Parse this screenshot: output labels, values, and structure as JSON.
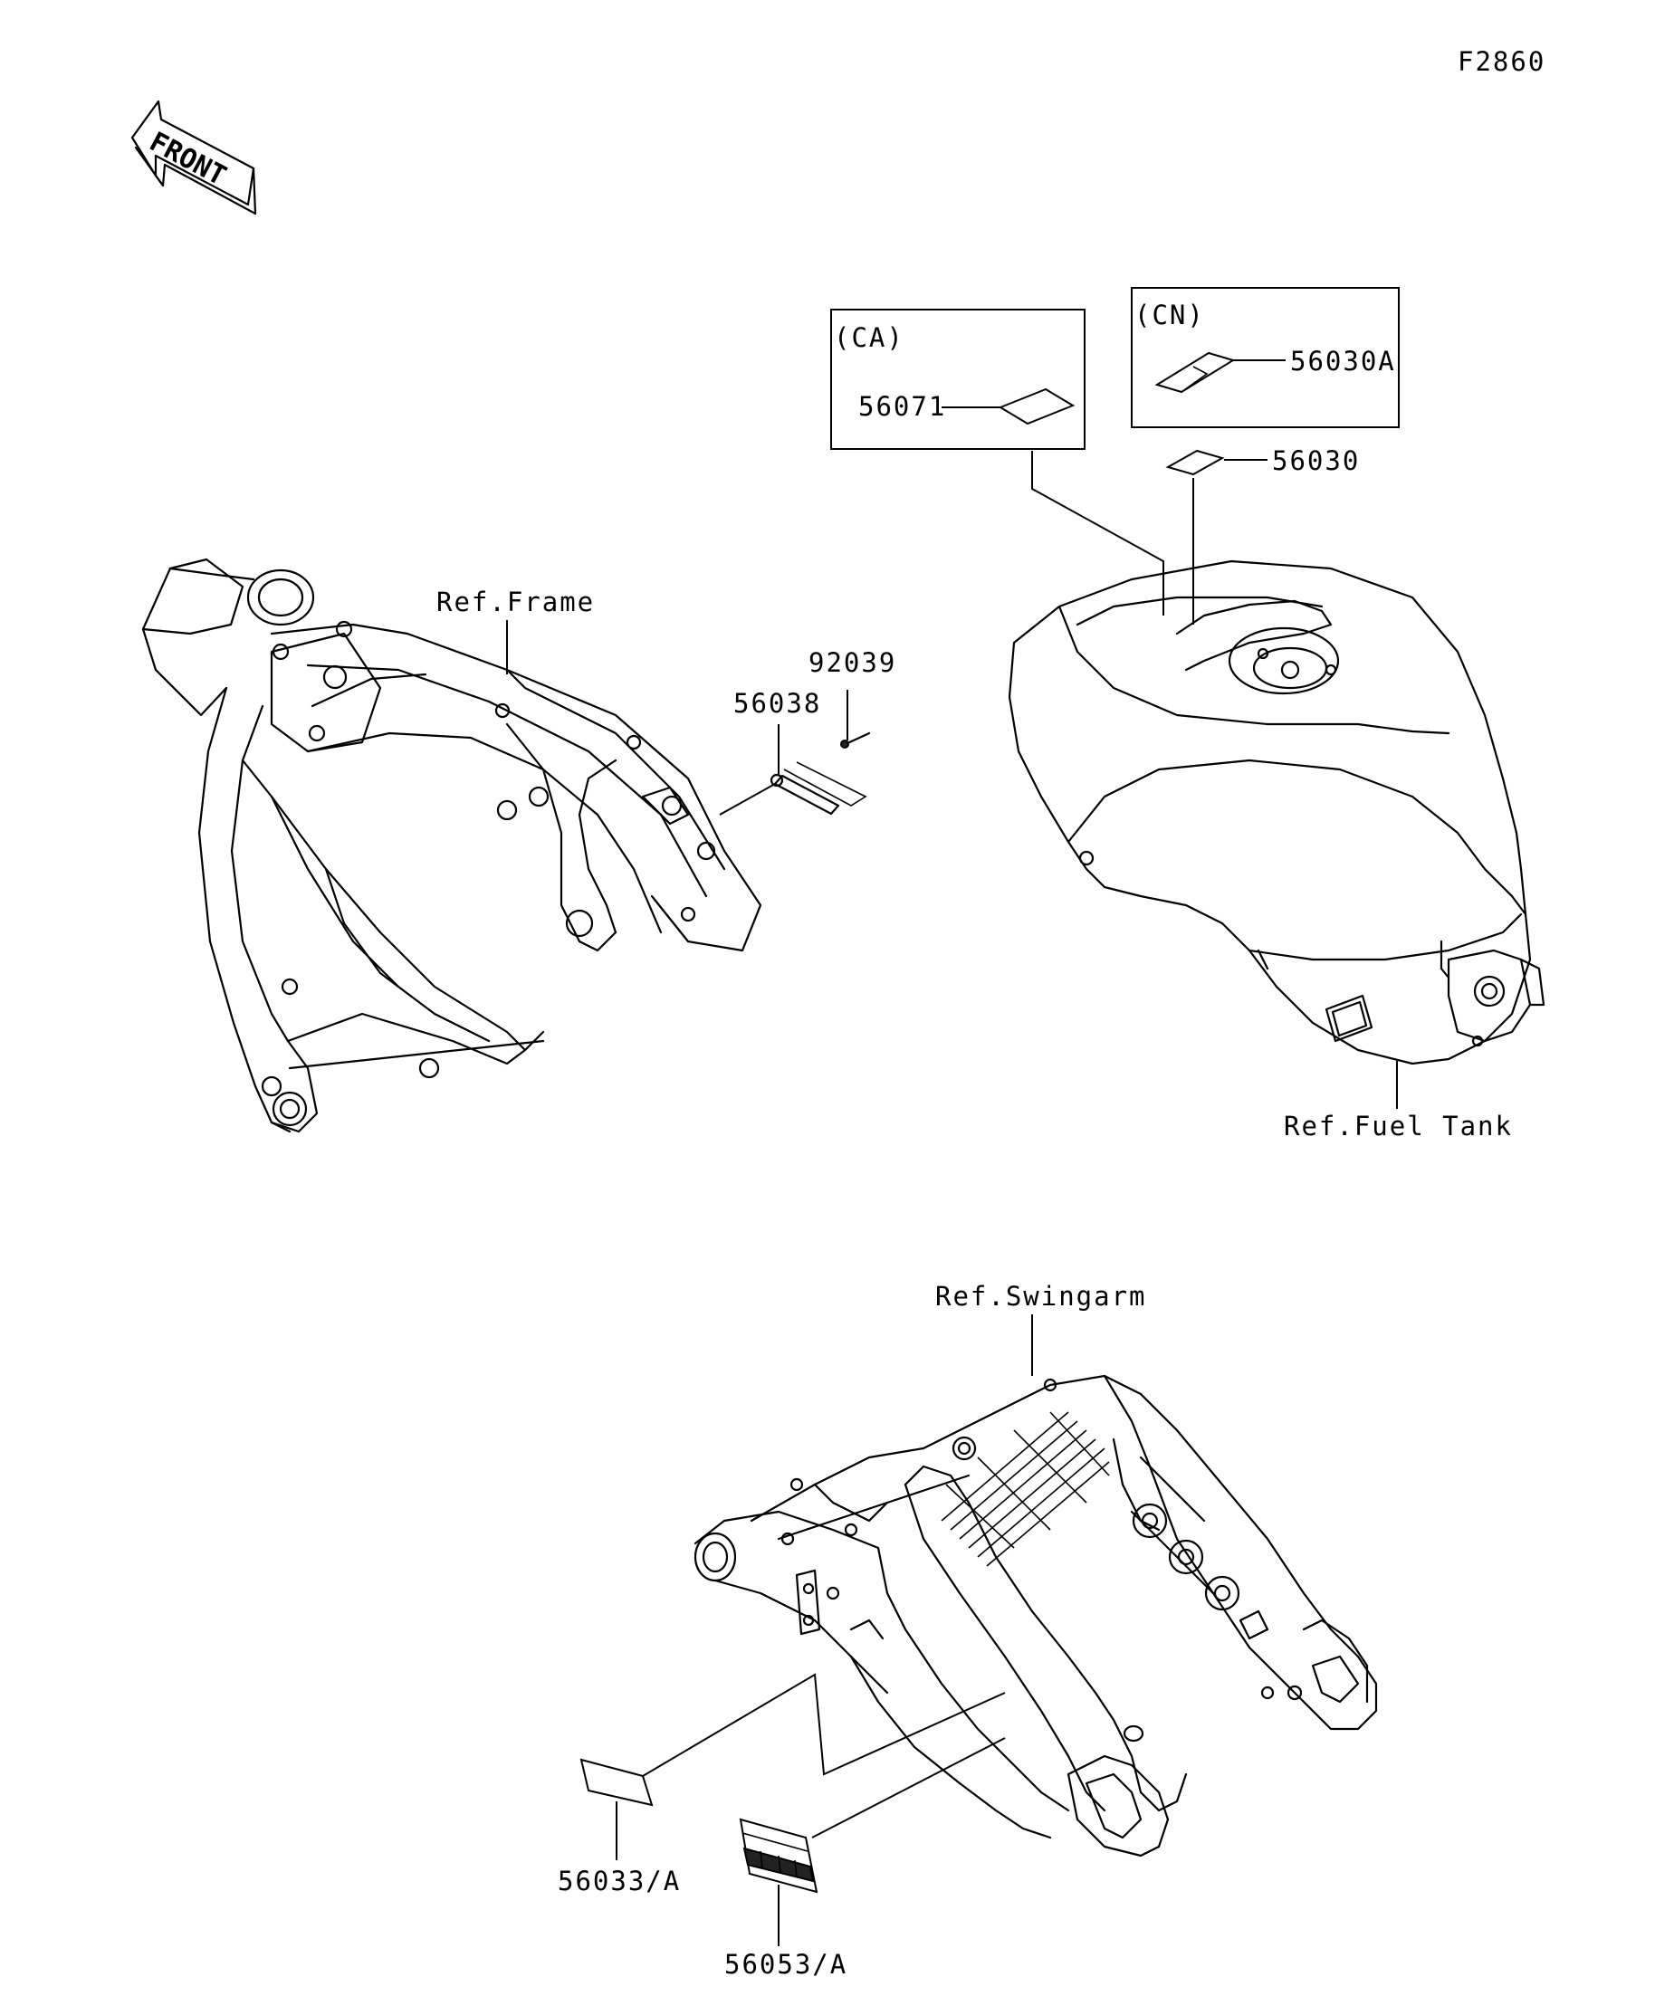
{
  "figure_code": "F2860",
  "front_arrow_text": "FRONT",
  "regions": {
    "ca": "(CA)",
    "cn": "(CN)"
  },
  "parts": {
    "p56071": "56071",
    "p56030A": "56030A",
    "p56030": "56030",
    "p92039": "92039",
    "p56038": "56038",
    "p56033": "56033/A",
    "p56053": "56053/A"
  },
  "references": {
    "frame": "Ref.Frame",
    "fuel_tank": "Ref.Fuel Tank",
    "swingarm": "Ref.Swingarm"
  }
}
